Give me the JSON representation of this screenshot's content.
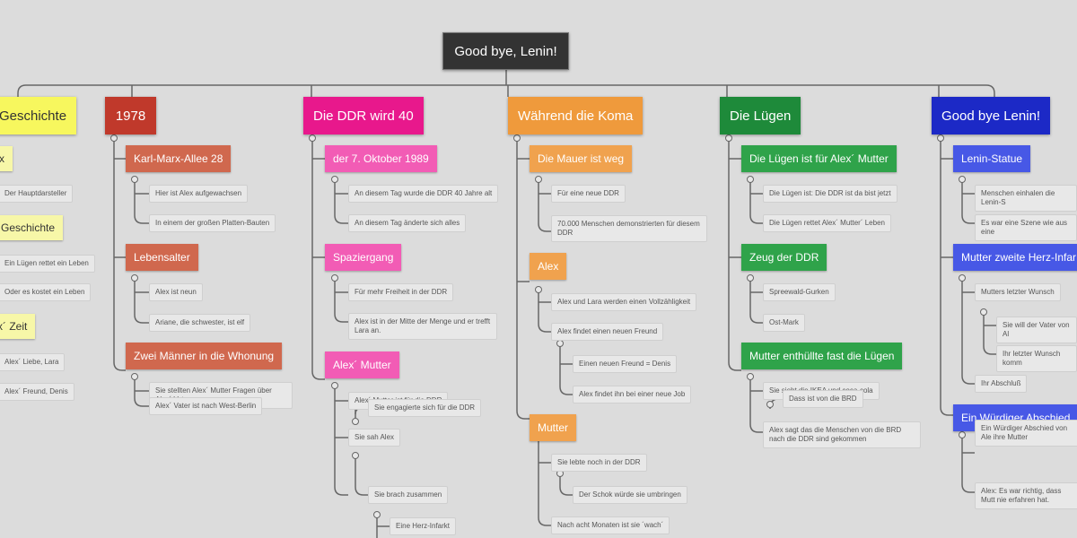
{
  "root": {
    "label": "Good bye, Lenin!"
  },
  "branches": [
    {
      "label": "Geschichte",
      "color": "#f7f75e",
      "text_color": "#333333",
      "subs": [
        {
          "label": "x",
          "leaves": [
            "Der Hauptdarsteller"
          ]
        },
        {
          "label": "Geschichte",
          "leaves": [
            "Ein Lügen rettet ein Leben",
            "Oder es kostet ein Leben"
          ]
        },
        {
          "label": "x´ Zeit",
          "leaves": [
            "Alex´ Liebe, Lara",
            "Alex´ Freund, Denis"
          ]
        }
      ]
    },
    {
      "label": "1978",
      "color": "#c0392b",
      "text_color": "#ffffff",
      "sub_color": "#d0684e",
      "subs": [
        {
          "label": "Karl-Marx-Allee 28",
          "leaves": [
            "Hier ist Alex aufgewachsen",
            "In einem der großen Platten-Bauten"
          ]
        },
        {
          "label": "Lebensalter",
          "leaves": [
            "Alex ist neun",
            "Ariane, die schwester, ist elf"
          ]
        },
        {
          "label": "Zwei Männer in die Whonung",
          "leaves": [
            "Sie stellten Alex´ Mutter Fragen über Alex´ Vater",
            "Alex´ Vater ist nach West-Berlin"
          ]
        }
      ]
    },
    {
      "label": "Die DDR wird 40",
      "color": "#e8188c",
      "text_color": "#ffffff",
      "sub_color": "#f25cb5",
      "subs": [
        {
          "label": "der 7. Oktober 1989",
          "leaves": [
            "An diesem Tag wurde die DDR 40 Jahre alt",
            "An diesem Tag änderte sich alles"
          ]
        },
        {
          "label": "Spaziergang",
          "leaves": [
            "Für mehr Freiheit in der DDR",
            "Alex ist in der Mitte der Menge und er trefft Lara an."
          ]
        },
        {
          "label": "Alex´ Mutter",
          "leaves": [
            "Alex´ Mutter ist für die DDR",
            "Sie engagierte sich für die DDR",
            "Sie sah Alex",
            "Sie brach zusammen",
            "Eine Herz-Infarkt"
          ]
        }
      ]
    },
    {
      "label": "Während die Koma",
      "color": "#ef9a3c",
      "text_color": "#ffffff",
      "sub_color": "#f0a24e",
      "subs": [
        {
          "label": "Die Mauer ist weg",
          "leaves": [
            "Für eine neue DDR",
            "70.000 Menschen demonstrierten für diesem DDR"
          ]
        },
        {
          "label": "Alex",
          "leaves": [
            "Alex und Lara werden einen Vollzähligkeit",
            "Alex findet einen neuen Freund",
            "Einen neuen Freund = Denis",
            "Alex findet ihn bei einer neue Job"
          ]
        },
        {
          "label": "Mutter",
          "leaves": [
            "Sie lebte noch in der DDR",
            "Der Schok würde sie umbringen",
            "Nach acht Monaten ist sie ´wach´"
          ]
        }
      ]
    },
    {
      "label": "Die Lügen",
      "color": "#1e8a3a",
      "text_color": "#ffffff",
      "sub_color": "#2fa34a",
      "subs": [
        {
          "label": "Die Lügen ist für Alex´ Mutter",
          "leaves": [
            "Die Lügen ist: Die DDR ist da bist jetzt",
            "Die Lügen rettet Alex´ Mutter´ Leben"
          ]
        },
        {
          "label": "Zeug der DDR",
          "leaves": [
            "Spreewald-Gurken",
            "Ost-Mark"
          ]
        },
        {
          "label": "Mutter enthüllte fast die Lügen",
          "leaves": [
            "Sie sieht die IKEA und coca-cola",
            "Dass ist von die BRD",
            "Alex sagt das die Menschen von die BRD nach die DDR sind gekommen"
          ]
        }
      ]
    },
    {
      "label": "Good bye Lenin!",
      "color": "#1c29c6",
      "text_color": "#ffffff",
      "sub_color": "#4758e6",
      "subs": [
        {
          "label": "Lenin-Statue",
          "leaves": [
            "Menschen einhalen die Lenin-S",
            "Es war eine Szene wie aus eine"
          ]
        },
        {
          "label": "Mutter zweite Herz-Infar",
          "leaves": [
            "Mutters letzter Wunsch",
            "Sie will der Vater von Al",
            "Ihr letzter Wunsch komm",
            "Ihr Abschluß"
          ]
        },
        {
          "label": "Ein Würdiger Abschied",
          "leaves": [
            "Ein Würdiger Abschied von Ale ihre Mutter",
            "Alex: Es war richtig, dass Mutt nie erfahren hat."
          ]
        }
      ]
    }
  ]
}
